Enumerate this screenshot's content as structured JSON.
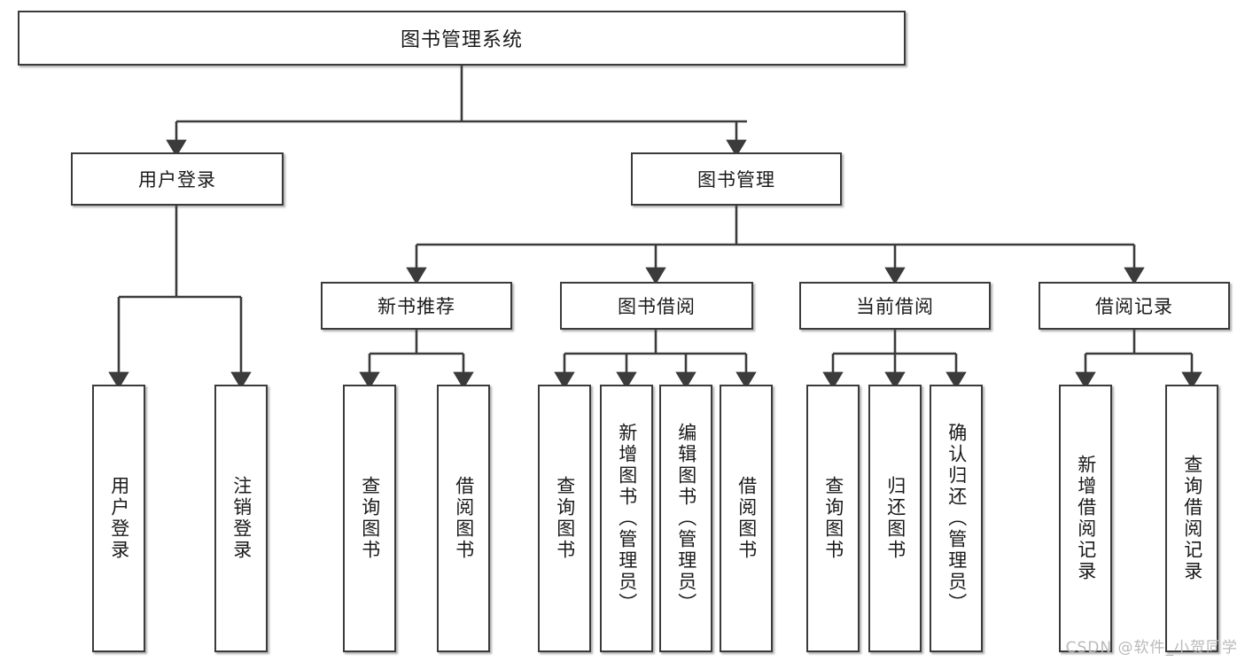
{
  "diagram": {
    "type": "tree",
    "title": "图书管理系统",
    "watermark": "CSDN @软件_小贺同学",
    "colors": {
      "stroke": "#3b3b3b",
      "text": "#1a1a1a",
      "background": "#ffffff",
      "watermark": "#b9b9b9"
    },
    "nodes": {
      "root": {
        "label": "图书管理系统",
        "level": 1
      },
      "level2": [
        {
          "label": "用户登录"
        },
        {
          "label": "图书管理"
        }
      ],
      "level3": [
        {
          "label": "新书推荐"
        },
        {
          "label": "图书借阅"
        },
        {
          "label": "当前借阅"
        },
        {
          "label": "借阅记录"
        }
      ],
      "leaves": {
        "user_login": [
          {
            "label": "用户登录"
          },
          {
            "label": "注销登录"
          }
        ],
        "new_book_recommend": [
          {
            "label": "查询图书"
          },
          {
            "label": "借阅图书"
          }
        ],
        "book_borrow": [
          {
            "label": "查询图书"
          },
          {
            "label": "新增图书（管理员）"
          },
          {
            "label": "编辑图书（管理员）"
          },
          {
            "label": "借阅图书"
          }
        ],
        "current_borrow": [
          {
            "label": "查询图书"
          },
          {
            "label": "归还图书"
          },
          {
            "label": "确认归还（管理员）"
          }
        ],
        "borrow_record": [
          {
            "label": "新增借阅记录"
          },
          {
            "label": "查询借阅记录"
          }
        ]
      }
    }
  }
}
